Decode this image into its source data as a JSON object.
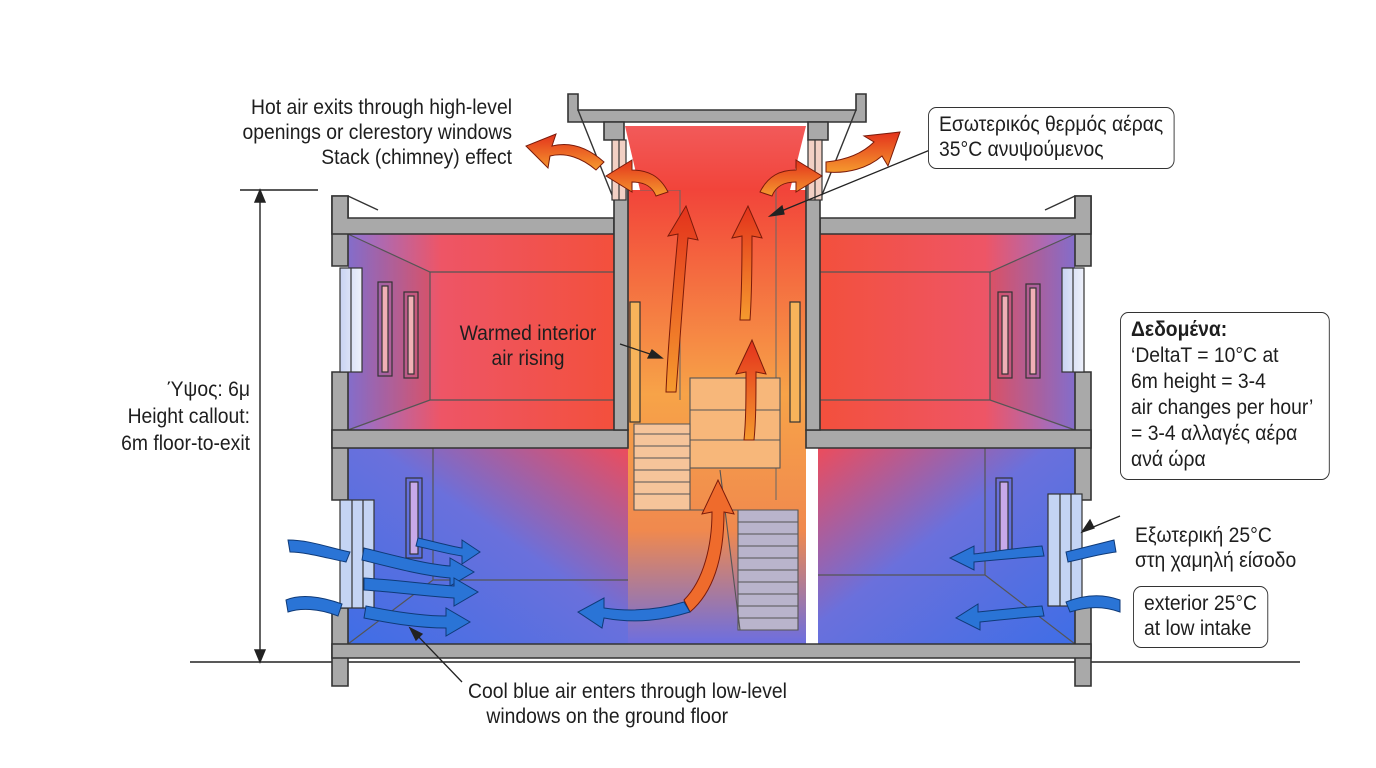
{
  "labels": {
    "exhaust": [
      "Hot air exits through high-level",
      "openings or clerestory windows",
      "Stack (chimney) effect"
    ],
    "interior_hot": [
      "Εσωτερικός θερμός αέρας",
      "35°C ανυψούμενος"
    ],
    "warmed": [
      "Warmed interior",
      "air rising"
    ],
    "height": [
      "Ύψος: 6μ",
      "Height callout:",
      "6m floor-to-exit"
    ],
    "data_title": "Δεδομένα:",
    "data_lines": [
      "‘DeltaT = 10°C at",
      "6m height = 3-4",
      "air changes per hour’",
      "= 3-4 αλλαγές αέρα",
      "ανά ώρα"
    ],
    "exterior_gr": [
      "Εξωτερική 25°C",
      "στη χαμηλή είσοδο"
    ],
    "exterior_en": [
      "exterior 25°C",
      "at low intake"
    ],
    "cool": [
      "Cool blue air enters through low-level",
      "windows on the ground floor"
    ]
  },
  "colors": {
    "hot": "#f2453a",
    "warm": "#f8b44a",
    "cool": "#4d6ee0",
    "purple": "#9c6fd3",
    "wall": "#a9a9a9",
    "arrow_hot": "#e63a1c",
    "arrow_cool": "#1f6fd0"
  }
}
